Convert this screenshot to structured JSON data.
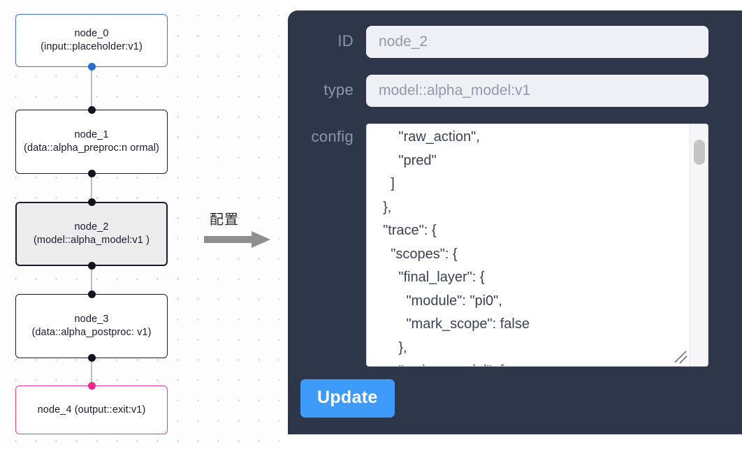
{
  "graph": {
    "nodes": [
      {
        "id": "node_0",
        "label": "node_0\n(input::placeholder:v1)",
        "state": "input",
        "accent": "#4a6fd4"
      },
      {
        "id": "node_1",
        "label": "node_1\n(data::alpha_preproc:n\normal)",
        "state": "default",
        "accent": "#1a1a2e"
      },
      {
        "id": "node_2",
        "label": "node_2\n(model::alpha_model:v1\n)",
        "state": "selected",
        "accent": "#1a1a2e"
      },
      {
        "id": "node_3",
        "label": "node_3\n(data::alpha_postproc:\nv1)",
        "state": "default",
        "accent": "#1a1a2e"
      },
      {
        "id": "node_4",
        "label": "node_4\n(output::exit:v1)",
        "state": "output",
        "accent": "#e6399b"
      }
    ],
    "edges": [
      {
        "from": "node_0",
        "to": "node_1"
      },
      {
        "from": "node_1",
        "to": "node_2"
      },
      {
        "from": "node_2",
        "to": "node_3"
      },
      {
        "from": "node_3",
        "to": "node_4"
      }
    ]
  },
  "arrow": {
    "caption": "配置",
    "icon": "arrow-right-icon",
    "color": "#8a8a8a"
  },
  "panel": {
    "id_field": {
      "label": "ID",
      "value": "node_2"
    },
    "type_field": {
      "label": "type",
      "value": "model::alpha_model:v1"
    },
    "config_field": {
      "label": "config",
      "value": "      \"raw_action\",\n      \"pred\"\n    ]\n  },\n  \"trace\": {\n    \"scopes\": {\n      \"final_layer\": {\n        \"module\": \"pi0\",\n        \"mark_scope\": false\n      },\n      \"action_model\": {"
    },
    "update_button": {
      "label": "Update",
      "color": "#3f9bfa"
    },
    "background": "#2e3649"
  }
}
